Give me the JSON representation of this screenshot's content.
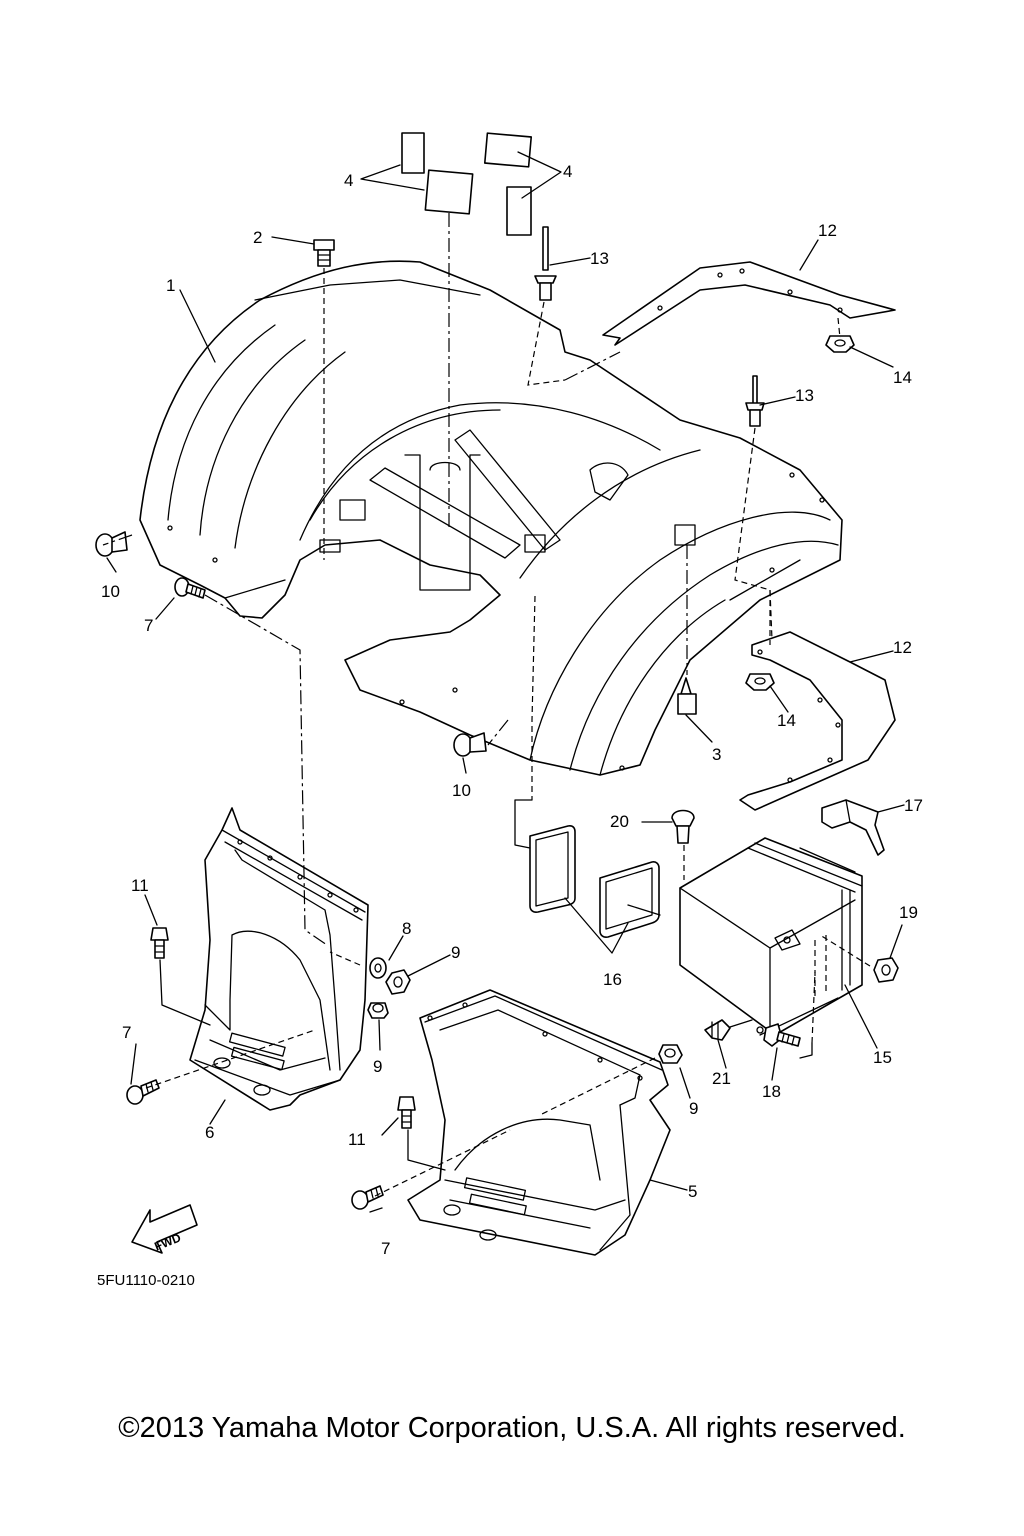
{
  "diagram": {
    "callouts": {
      "c1": "1",
      "c2": "2",
      "c3": "3",
      "c4a": "4",
      "c4b": "4",
      "c5": "5",
      "c6": "6",
      "c7a": "7",
      "c7b": "7",
      "c7c": "7",
      "c8": "8",
      "c9a": "9",
      "c9b": "9",
      "c9c": "9",
      "c10a": "10",
      "c10b": "10",
      "c11a": "11",
      "c11b": "11",
      "c12a": "12",
      "c12b": "12",
      "c13a": "13",
      "c13b": "13",
      "c14a": "14",
      "c14b": "14",
      "c15": "15",
      "c16": "16",
      "c17": "17",
      "c18": "18",
      "c19": "19",
      "c20": "20",
      "c21": "21"
    },
    "direction_label": "FWD",
    "reference_code": "5FU1110-0210"
  },
  "footer": {
    "copyright": "©2013 Yamaha Motor Corporation, U.S.A. All rights reserved."
  }
}
